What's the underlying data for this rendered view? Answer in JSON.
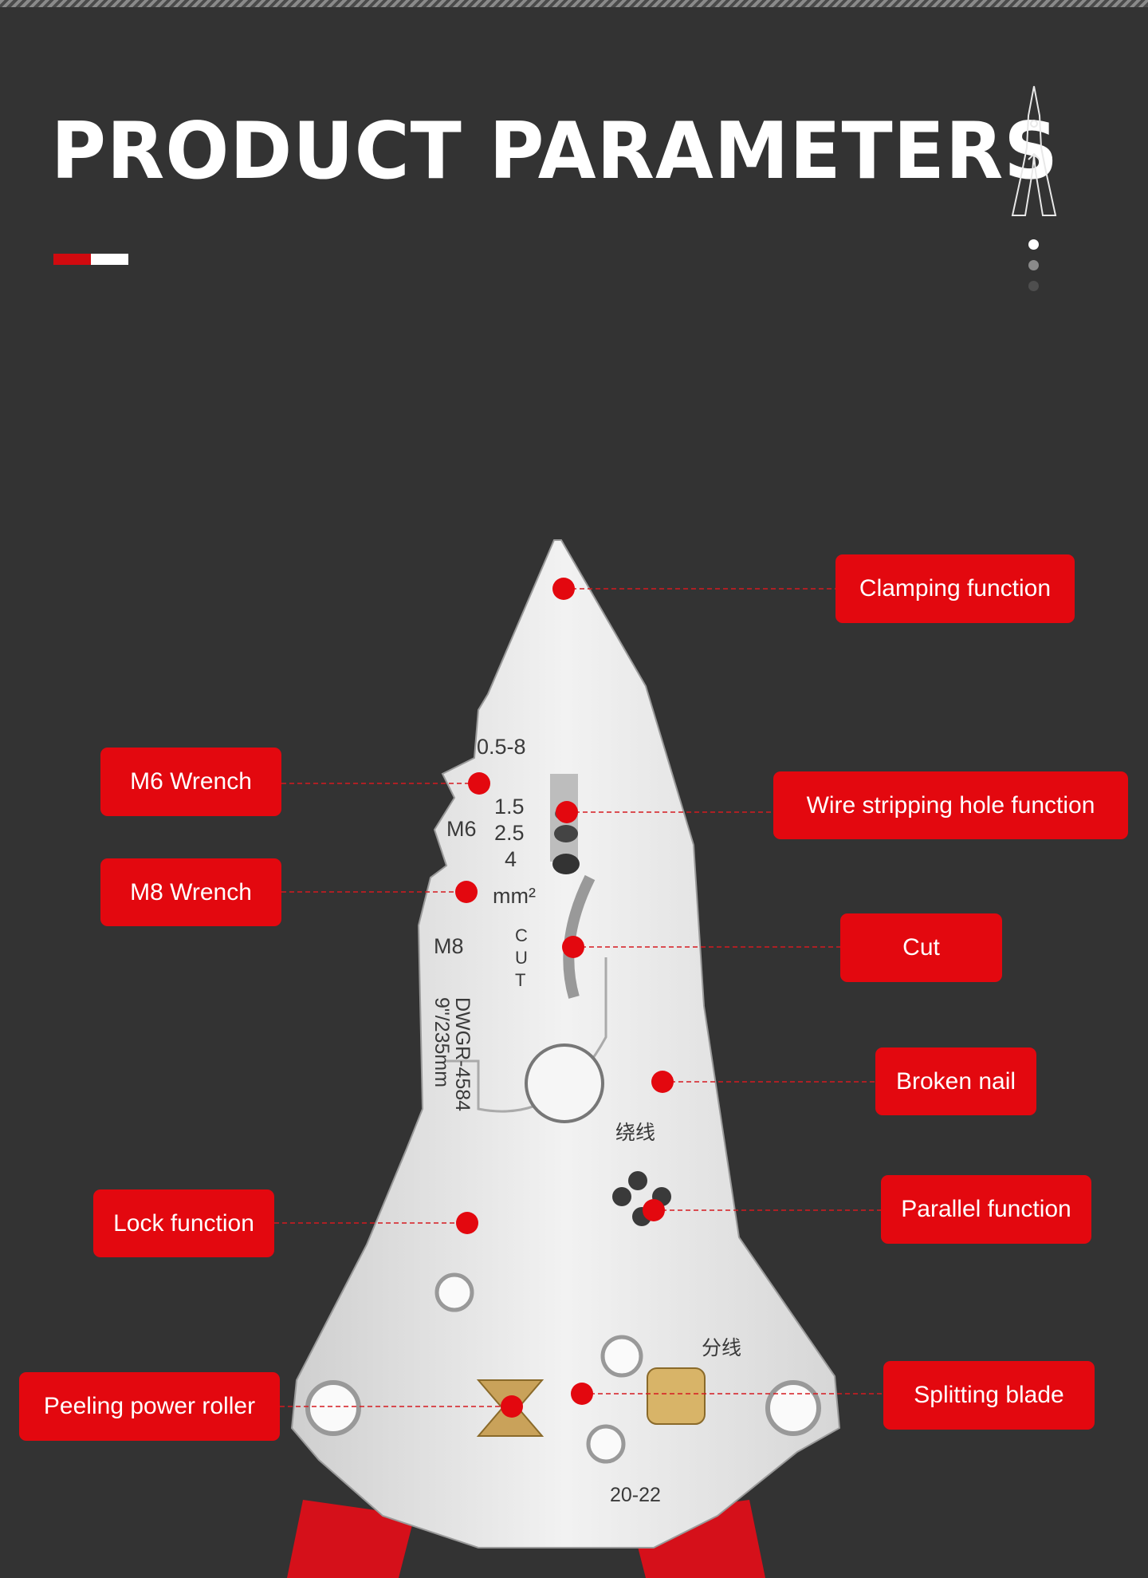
{
  "header": {
    "title": "PRODUCT PARAMETERS"
  },
  "colors": {
    "background": "#333333",
    "accent": "#e3080f",
    "white": "#ffffff"
  },
  "pager": {
    "total": 3,
    "active": 1
  },
  "tool_markings": {
    "clamp_range": "0.5-8",
    "m6": "M6",
    "m8": "M8",
    "sizes": [
      "1.5",
      "2.5",
      "4"
    ],
    "unit": "mm²",
    "cut": [
      "C",
      "U",
      "T"
    ],
    "model": "DWGR-4584",
    "length": "9\"/235mm",
    "winding": "绕线",
    "splitting": "分线",
    "gauge": "20-22"
  },
  "callouts": [
    {
      "id": "clamping",
      "label": "Clamping function"
    },
    {
      "id": "m6",
      "label": "M6 Wrench"
    },
    {
      "id": "m8",
      "label": "M8 Wrench"
    },
    {
      "id": "wire-strip",
      "label": "Wire stripping hole function"
    },
    {
      "id": "cut",
      "label": "Cut"
    },
    {
      "id": "broken-nail",
      "label": "Broken nail"
    },
    {
      "id": "parallel",
      "label": "Parallel function"
    },
    {
      "id": "lock",
      "label": "Lock function"
    },
    {
      "id": "peeling",
      "label": "Peeling power roller"
    },
    {
      "id": "splitting",
      "label": "Splitting blade"
    }
  ]
}
